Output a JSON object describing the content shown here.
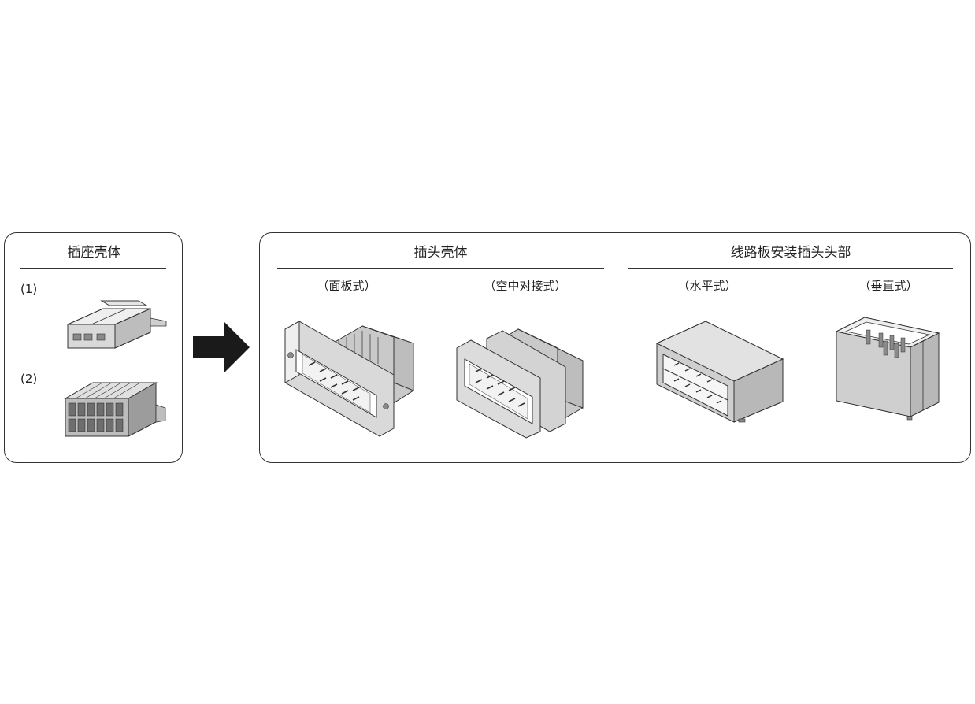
{
  "receptacle": {
    "title": "插座壳体",
    "items": [
      {
        "number": "(1)",
        "icon": "receptacle-housing-single-row"
      },
      {
        "number": "(2)",
        "icon": "receptacle-housing-double-row"
      }
    ]
  },
  "header": {
    "title": "插头壳体",
    "variants": [
      {
        "label": "（面板式）",
        "icon": "panel-mount-header"
      },
      {
        "label": "（空中对接式）",
        "icon": "in-line-header"
      }
    ]
  },
  "board_header": {
    "title": "线路板安装插头头部",
    "variants": [
      {
        "label": "（水平式）",
        "icon": "horizontal-board-header"
      },
      {
        "label": "（垂直式）",
        "icon": "vertical-board-header"
      }
    ]
  },
  "colors": {
    "outline": "#333333",
    "part_fill": "#d9d9d9",
    "part_light": "#efefef",
    "part_dark": "#8a8a8a",
    "arrow": "#1a1a1a"
  }
}
